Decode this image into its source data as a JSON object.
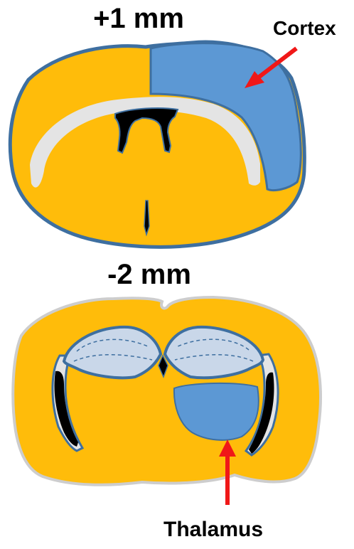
{
  "sections": {
    "top": {
      "title": "+1 mm",
      "highlight_label": "Cortex"
    },
    "bottom": {
      "title": "-2 mm",
      "highlight_label": "Thalamus"
    }
  },
  "colors": {
    "brain_fill": "#FFBC0A",
    "highlight_fill": "#5C98D4",
    "outline": "#3E6FA0",
    "white_matter": "#E4E4E4",
    "hippocampus_fill": "#C9D7E9",
    "ventricle": "#000000",
    "arrow": "#F01818"
  },
  "icons": [
    "arrow-to-cortex",
    "arrow-to-thalamus"
  ]
}
